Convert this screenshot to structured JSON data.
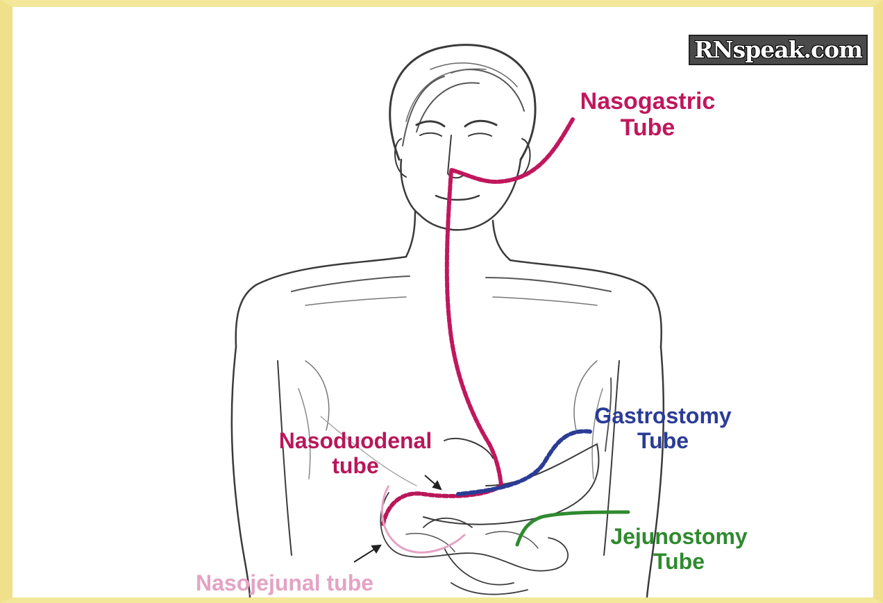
{
  "watermark": "RNspeak.com",
  "colors": {
    "nasogastric": "#c0175d",
    "nasoduodenal": "#b8175a",
    "gastrostomy": "#2b3c96",
    "jejunostomy": "#2f8a2f",
    "nasojejunal": "#e3a3c4",
    "sketch": "#3a3a3a",
    "frame": "#f0e08a"
  },
  "labels": {
    "nasogastric": [
      "Nasogastric",
      "Tube"
    ],
    "nasoduodenal": [
      "Nasoduodenal",
      "tube"
    ],
    "gastrostomy": [
      "Gastrostomy",
      "Tube"
    ],
    "jejunostomy": [
      "Jejunostomy",
      "Tube"
    ],
    "nasojejunal": "Nasojejunal tube"
  }
}
